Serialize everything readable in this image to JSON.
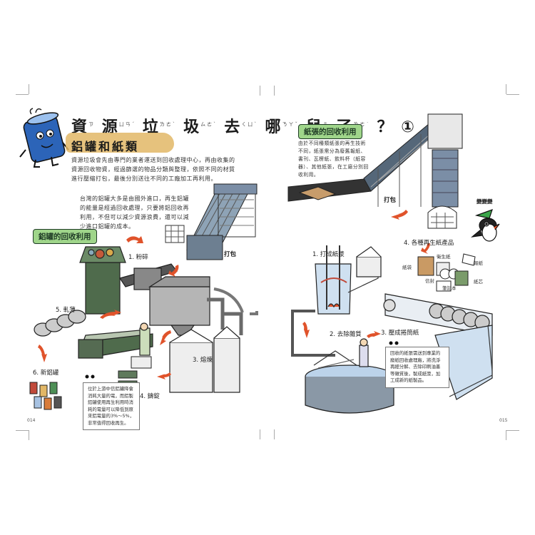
{
  "left_page": {
    "title_chars": [
      "資",
      "源",
      "垃",
      "圾",
      "去",
      "哪",
      "兒",
      "了",
      "？",
      "①"
    ],
    "title_ruby": [
      "ㄗ",
      "ㄩㄢˊ",
      "ㄌㄜˋ",
      "ㄙㄜˋ",
      "ㄑㄩˋ",
      "ㄋㄚˇ",
      "ㄦ",
      "ㄌㄜ˙"
    ],
    "subtitle": "鋁罐和紙類",
    "paragraph1": "資源垃圾會先由專門的業者運送到回收處理中心，再由收集的資源回收物資，經過篩選的物品分類與整理，依照不同的材質進行壓縮打包，最後分別送往不同的工廠加工再利用。",
    "paragraph2": "台灣的鋁罐大多是由國外進口，再生鋁罐的能量是經過回收處理，只要將鋁回收再利用，不但可以減少資源浪費，還可以減少進口鋁罐的成本。",
    "section_label": "鋁罐的回收利用",
    "steps": [
      "1. 粉碎",
      "5. 軋薄",
      "6. 新鋁罐",
      "3. 熔煉",
      "4. 鑄錠"
    ],
    "bale_label": "打包",
    "note": "位於上游中信鋁罐降會消耗大量的電，而鋁製鋁罐使用再生利用時消耗的電量可以降低到原來鋁電量的3%～5%，非常值得回收再生。",
    "page_number": "014"
  },
  "right_page": {
    "section_label": "紙張的回收利用",
    "intro": "由於不同種類紙張的再生技術不同，紙張需分為廢舊報紙、書刊、瓦楞紙、飲料杯（紙容器）、其他紙張，在工廠分別回收利用。",
    "bale_label": "打包",
    "steps": [
      "1. 打成紙漿",
      "2. 去除雜質",
      "3. 壓成捲筒紙",
      "4. 各種再生紙產品"
    ],
    "products": [
      "衛生紙",
      "紙袋",
      "信封",
      "筆記本",
      "報紙",
      "紙芯"
    ],
    "bird_label": "變變變",
    "note": "回收的紙張需送到專業的廢紙回收處理廠，將洗淨再經分解、去除印刷油墨等雜質後，製成紙漿，加工成新的紙製品。",
    "page_number": "015"
  },
  "colors": {
    "label_green": "#9fd58a",
    "brush_gold": "#e2b766",
    "machine_green": "#4f6b4c",
    "machine_gray": "#7b8ea6",
    "mascot_blue": "#2c64b8",
    "flow_red": "#e0532b",
    "water_blue": "#bcd3ea"
  },
  "icons": [
    "recycle-can-mascot",
    "magpie-bird",
    "flow-arrow",
    "bale-icon",
    "eyes-icon"
  ]
}
